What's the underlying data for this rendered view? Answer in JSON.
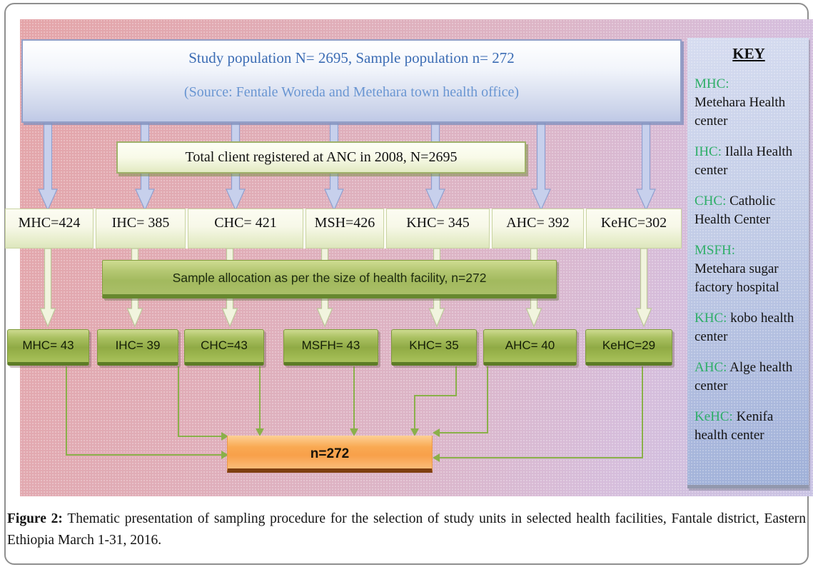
{
  "top_box": {
    "line1": "Study population N= 2695, Sample population n= 272",
    "line2": "(Source: Fentale Woreda and Metehara town health office)"
  },
  "anc_box": {
    "label": "Total client registered at ANC in 2008, N=2695"
  },
  "row_registered": {
    "items": [
      {
        "label": "MHC=424"
      },
      {
        "label": "IHC= 385"
      },
      {
        "label": "CHC= 421"
      },
      {
        "label": "MSH=426"
      },
      {
        "label": "KHC= 345"
      },
      {
        "label": "AHC= 392"
      },
      {
        "label": "KeHC=302"
      }
    ]
  },
  "sample_box": {
    "label": "Sample allocation as per the size of health facility, n=272"
  },
  "row_sample": {
    "items": [
      {
        "label": "MHC= 43"
      },
      {
        "label": "IHC= 39"
      },
      {
        "label": "CHC=43"
      },
      {
        "label": "MSFH= 43"
      },
      {
        "label": "KHC= 35"
      },
      {
        "label": "AHC= 40"
      },
      {
        "label": "KeHC=29"
      }
    ]
  },
  "total_box": {
    "label": "n=272"
  },
  "key": {
    "title": "KEY",
    "items": [
      {
        "abbr": "MHC:",
        "name": "Metehara Health center"
      },
      {
        "abbr": "IHC:",
        "name": "Ilalla Health center"
      },
      {
        "abbr": "CHC:",
        "name": "Catholic Health Center"
      },
      {
        "abbr": "MSFH:",
        "name": "Metehara sugar factory hospital"
      },
      {
        "abbr": "KHC:",
        "name": "kobo health center"
      },
      {
        "abbr": "AHC:",
        "name": "Alge health center"
      },
      {
        "abbr": "KeHC:",
        "name": "Kenifa health center"
      }
    ]
  },
  "caption": {
    "prefix": "Figure 2:",
    "text": " Thematic presentation of sampling procedure for the selection of study units in selected health facilities, Fantale district, Eastern Ethiopia March 1-31, 2016."
  },
  "colors": {
    "background_pink": "#e0acb6",
    "key_panel_blue": "#b9c5e2",
    "accent_green": "#2eae68",
    "box_green": "#9db74f",
    "box_cream": "#f3f6e4",
    "box_orange": "#f9a952",
    "arrow_blue": "#c7d0ec",
    "connector_green": "#8ab04a",
    "heading_blue": "#3b6cb4",
    "subheading_blue": "#6a96d2"
  }
}
